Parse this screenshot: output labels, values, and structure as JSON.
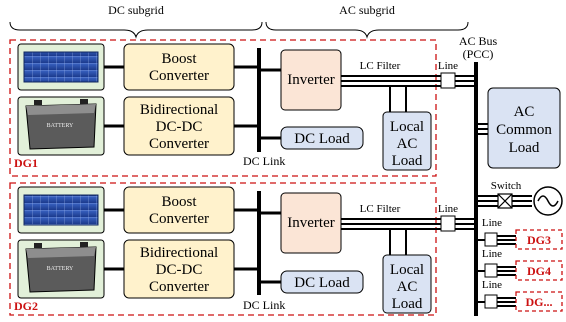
{
  "header": {
    "dc_subgrid": "DC subgrid",
    "ac_subgrid": "AC subgrid"
  },
  "bus": {
    "title_line1": "AC Bus",
    "title_line2": "(PCC)"
  },
  "dg_units": [
    {
      "label": "DG1",
      "boost_line1": "Boost",
      "boost_line2": "Converter",
      "bidir_line1": "Bidirectional",
      "bidir_line2": "DC-DC",
      "bidir_line3": "Converter",
      "inverter": "Inverter",
      "lc_filter": "LC Filter",
      "line": "Line",
      "dc_load": "DC Load",
      "local_line1": "Local",
      "local_line2": "AC",
      "local_line3": "Load",
      "dc_link": "DC Link"
    },
    {
      "label": "DG2",
      "boost_line1": "Boost",
      "boost_line2": "Converter",
      "bidir_line1": "Bidirectional",
      "bidir_line2": "DC-DC",
      "bidir_line3": "Converter",
      "inverter": "Inverter",
      "lc_filter": "LC Filter",
      "line": "Line",
      "dc_load": "DC Load",
      "local_line1": "Local",
      "local_line2": "AC",
      "local_line3": "Load",
      "dc_link": "DC Link"
    }
  ],
  "ac_common_load": {
    "line1": "AC",
    "line2": "Common",
    "line3": "Load"
  },
  "switch_label": "Switch",
  "battery_text": "BATTERY",
  "other_units": [
    {
      "line": "Line",
      "label": "DG3"
    },
    {
      "line": "Line",
      "label": "DG4"
    },
    {
      "line": "Line",
      "label": "DG..."
    }
  ],
  "colors": {
    "dg_border": "#cc1111",
    "converter_fill": "#fff2cc",
    "inverter_fill": "#fbe5d6",
    "load_fill": "#dae3f3",
    "source_fill": "#e2f0d9"
  }
}
